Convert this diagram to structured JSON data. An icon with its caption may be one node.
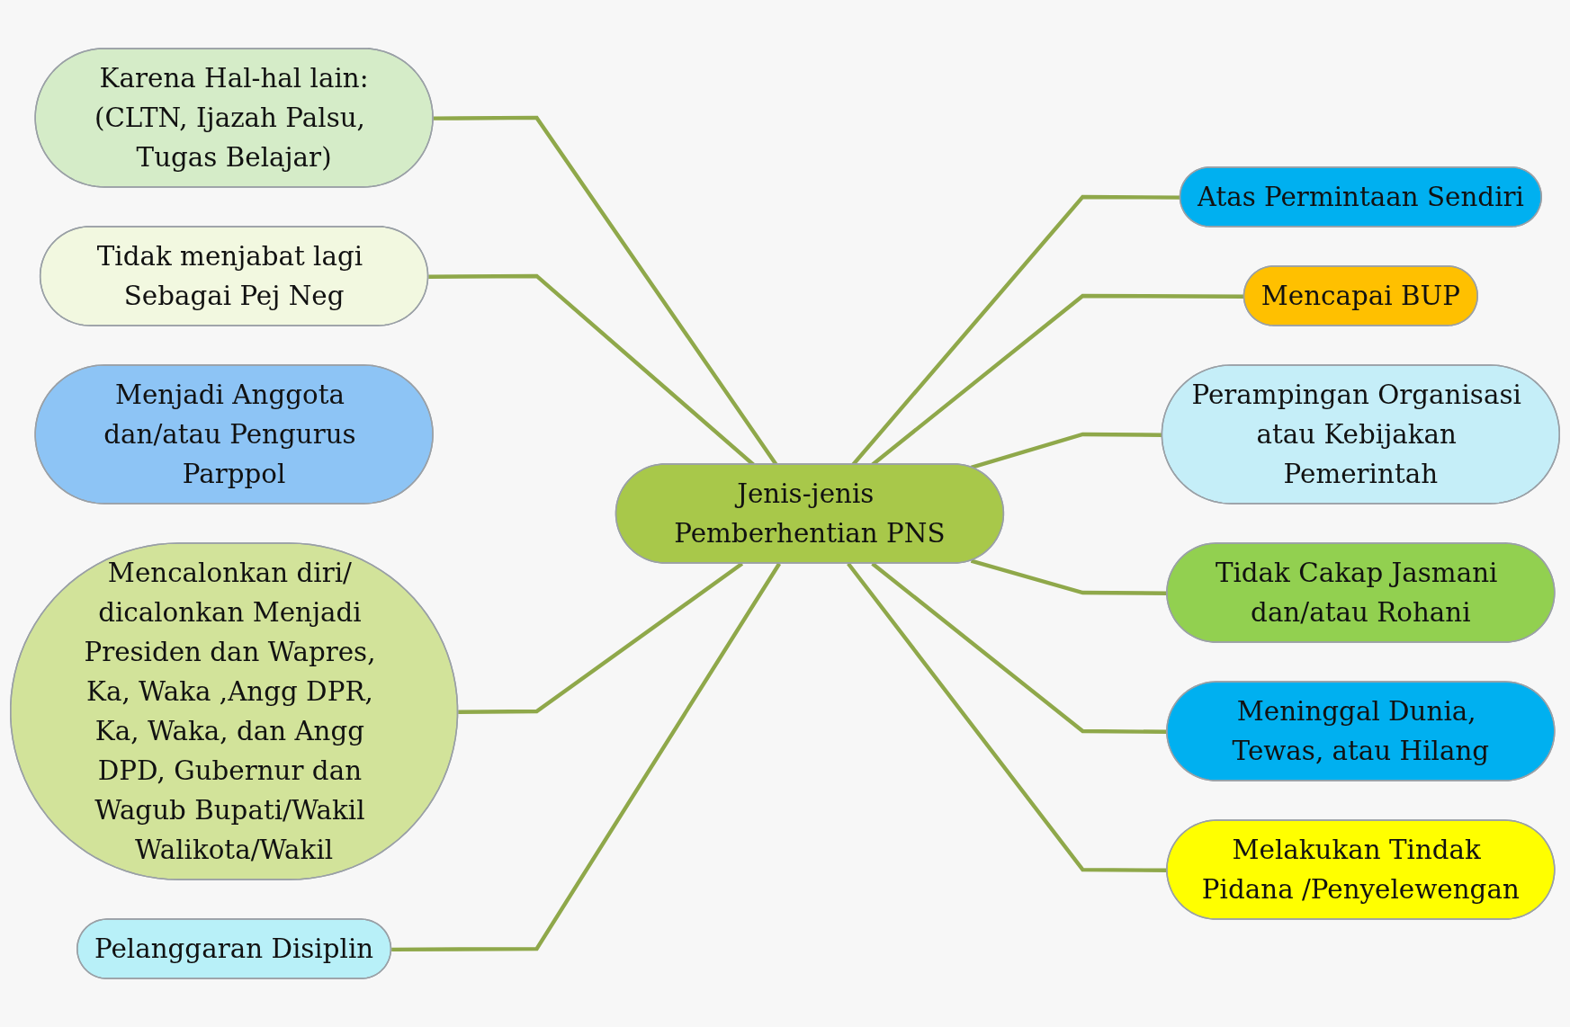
{
  "diagram": {
    "nodes": [
      {
        "text": [
          "Karena Hal-hal lain:",
          "(CLTN, Ijazah Palsu, Tugas Belajar)"
        ]
      },
      {
        "text": [
          "Atas Permintaan Sendiri"
        ]
      },
      {
        "text": [
          "Mencapai BUP"
        ]
      },
      {
        "text": [
          "Tidak menjabat lagi Sebagai Pej Neg"
        ]
      },
      {
        "text": [
          "Perampingan Organisasi atau Kebijakan Pemerintah"
        ]
      },
      {
        "text": [
          "Jenis-jenis Pemberhentian PNS"
        ]
      },
      {
        "text": [
          "Menjadi Anggota dan/atau Pengurus Parppol"
        ]
      },
      {
        "text": [
          "Tidak Cakap Jasmani dan/atau Rohani"
        ]
      },
      {
        "text": [
          "Meninggal Dunia, Tewas, atau Hilang"
        ]
      },
      {
        "text": [
          "Mencalonkan diri/ dicalonkan Menjadi Presiden dan Wapres, Ka, Waka ,Angg DPR, Ka, Waka, dan Angg DPD, Gubernur dan Wagub Bupati/Wakil Walikota/Wakil"
        ]
      },
      {
        "text": [
          "Pelanggaran Disiplin"
        ]
      },
      {
        "text": [
          "Melakukan Tindak Pidana /Penyelewengan"
        ]
      }
    ],
    "edges": [
      {
        "from": 5,
        "to": 0,
        "arrow": "none"
      },
      {
        "from": 5,
        "to": 1,
        "arrow": "none"
      },
      {
        "from": 5,
        "to": 2,
        "arrow": "none"
      },
      {
        "from": 5,
        "to": 3,
        "arrow": "none"
      },
      {
        "from": 5,
        "to": 4,
        "arrow": "none"
      },
      {
        "from": 5,
        "to": 7,
        "arrow": "none"
      },
      {
        "from": 5,
        "to": 8,
        "arrow": "none"
      },
      {
        "from": 5,
        "to": 9,
        "arrow": "none"
      },
      {
        "from": 5,
        "to": 10,
        "arrow": "none"
      },
      {
        "from": 5,
        "to": 11,
        "arrow": "none"
      }
    ]
  }
}
